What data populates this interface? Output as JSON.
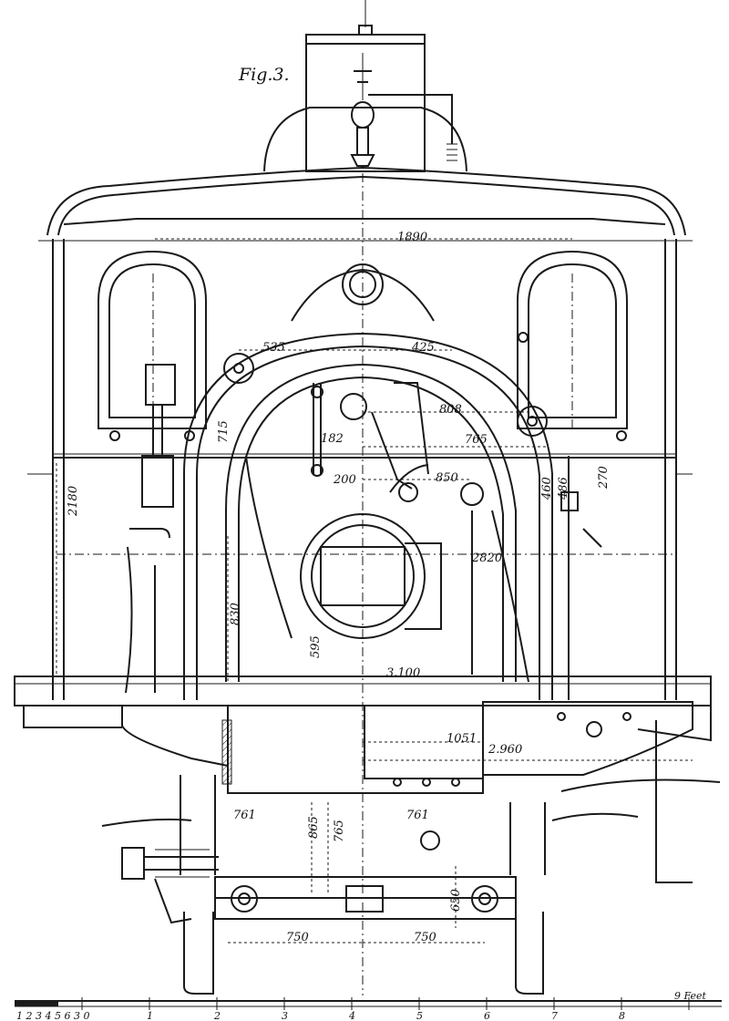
{
  "figure_label": "Fig.3.",
  "dimensions": {
    "d1890": "1890",
    "d535": "535",
    "d425": "425",
    "d808": "808",
    "d765a": "765",
    "d182": "182",
    "d715": "715",
    "d200": "200",
    "d850": "850",
    "d2180": "2180",
    "d460": "460",
    "d486": "486",
    "d270": "270",
    "d2820": "2820",
    "d830": "830",
    "d595": "595",
    "d3100": "3.100",
    "d1051": "1051",
    "d2960": "2.960",
    "d761a": "761",
    "d865": "865",
    "d765b": "765",
    "d761b": "761",
    "d650": "650",
    "d750a": "750",
    "d750b": "750"
  },
  "scale_bar": {
    "left_ticks": "1 2 3 4 5 6 3 0",
    "ticks": [
      "1",
      "2",
      "3",
      "4",
      "5",
      "6",
      "7",
      "8"
    ],
    "unit": "9 Feet"
  }
}
